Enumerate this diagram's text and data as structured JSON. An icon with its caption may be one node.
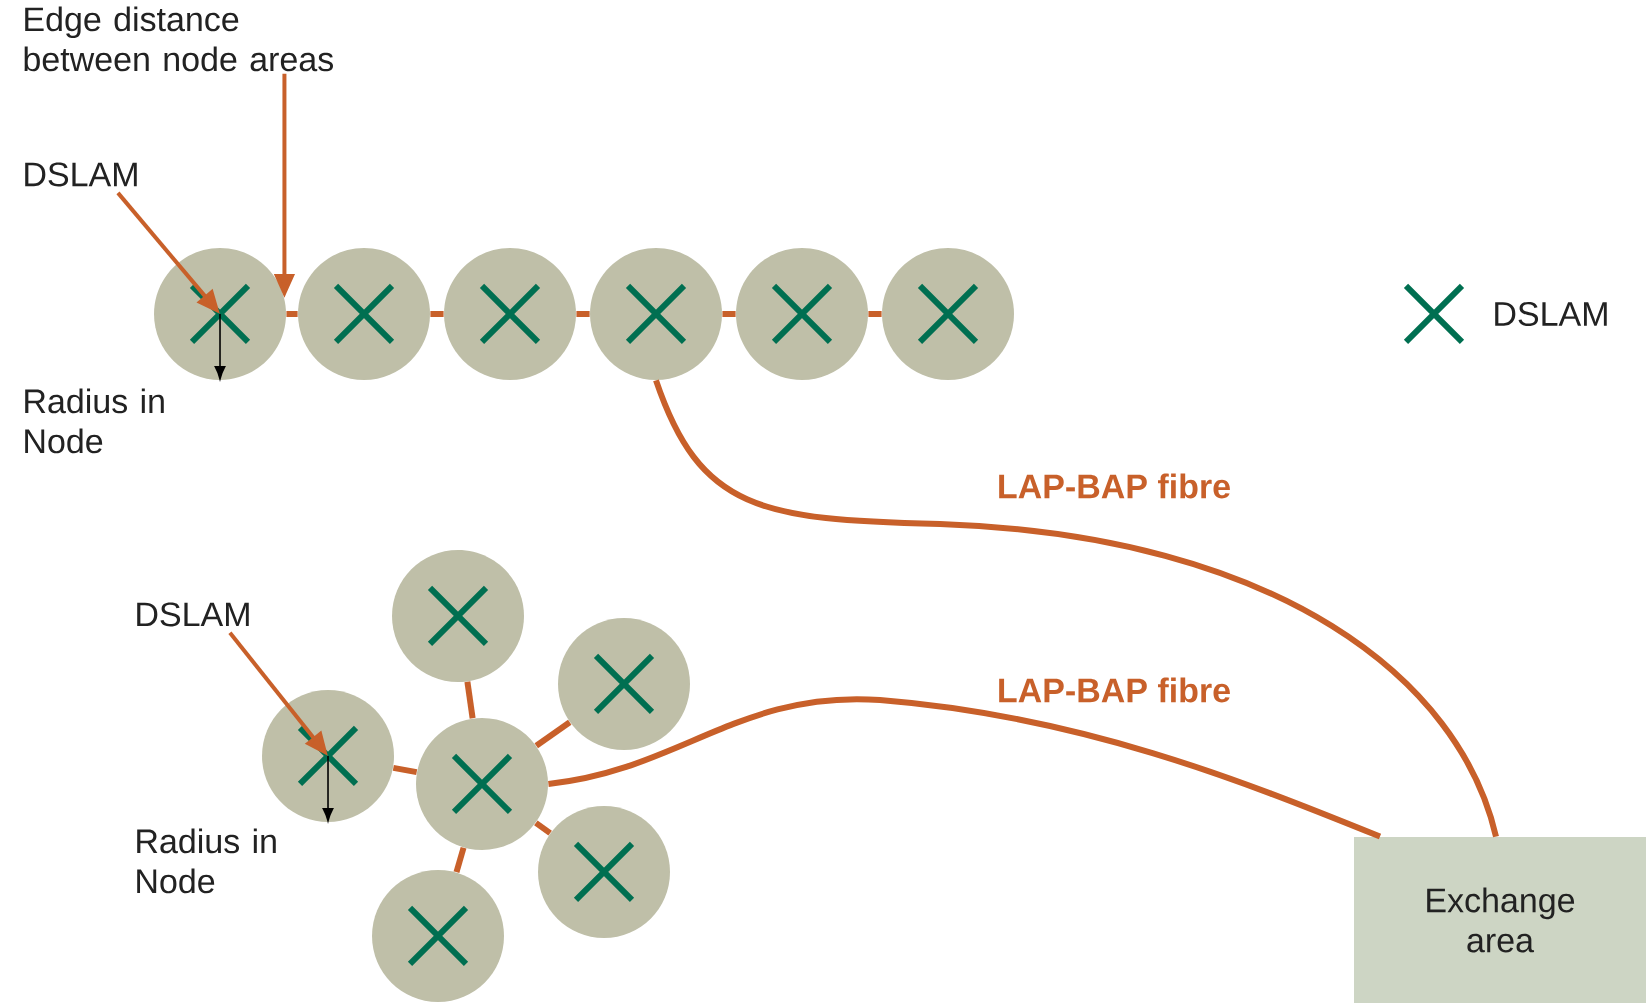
{
  "diagram": {
    "nodes": [
      {
        "text": [],
        "shape": "circle"
      },
      {
        "text": [],
        "shape": "circle"
      },
      {
        "text": [],
        "shape": "circle"
      },
      {
        "text": [],
        "shape": "circle"
      },
      {
        "text": [],
        "shape": "circle"
      },
      {
        "text": [],
        "shape": "circle"
      },
      {
        "text": [],
        "shape": "circle"
      },
      {
        "text": [],
        "shape": "circle"
      },
      {
        "text": [],
        "shape": "circle"
      },
      {
        "text": [],
        "shape": "circle"
      },
      {
        "text": [],
        "shape": "circle"
      },
      {
        "text": [],
        "shape": "circle"
      },
      {
        "text": [
          "Exchange area"
        ]
      },
      {
        "text": [
          "Edge distance between node areas"
        ]
      },
      {
        "text": [
          "DSLAM"
        ]
      },
      {
        "text": [
          "DSLAM"
        ]
      }
    ],
    "edges": [
      {
        "from": 0,
        "to": 1,
        "arrow": "none"
      },
      {
        "from": 1,
        "to": 2,
        "arrow": "none"
      },
      {
        "from": 2,
        "to": 3,
        "arrow": "none"
      },
      {
        "from": 3,
        "to": 4,
        "arrow": "none"
      },
      {
        "from": 4,
        "to": 5,
        "arrow": "none"
      },
      {
        "from": 3,
        "to": 12,
        "arrow": "none",
        "label": "LAP-BAP fibre"
      },
      {
        "from": 9,
        "to": 6,
        "arrow": "none"
      },
      {
        "from": 9,
        "to": 7,
        "arrow": "none"
      },
      {
        "from": 9,
        "to": 8,
        "arrow": "none"
      },
      {
        "from": 9,
        "to": 10,
        "arrow": "none"
      },
      {
        "from": 9,
        "to": 11,
        "arrow": "none"
      },
      {
        "from": 9,
        "to": 12,
        "arrow": "none",
        "label": "LAP-BAP fibre"
      },
      {
        "from": 13,
        "to": 0,
        "arrow": "to"
      },
      {
        "from": 14,
        "to": 0,
        "arrow": "to"
      },
      {
        "from": 15,
        "to": 8,
        "arrow": "to"
      }
    ],
    "labels": [
      "Radius in Node",
      "Radius in Node"
    ],
    "legend": [
      {
        "text": "DSLAM"
      }
    ]
  }
}
